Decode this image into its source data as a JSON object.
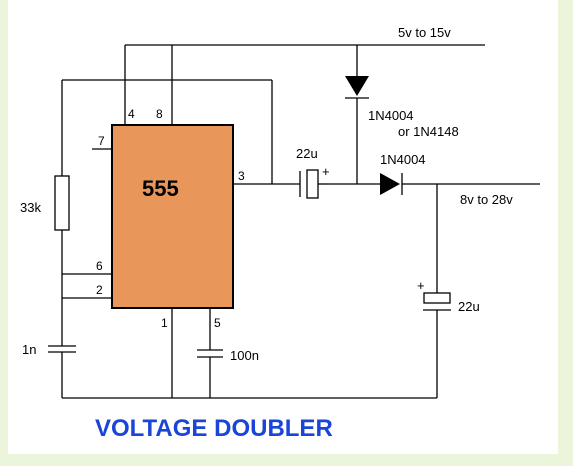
{
  "title": "VOLTAGE DOUBLER",
  "chip": {
    "label": "555",
    "pins": {
      "p1": "1",
      "p2": "2",
      "p3": "3",
      "p4": "4",
      "p5": "5",
      "p6": "6",
      "p7": "7",
      "p8": "8"
    },
    "fill": "#e8965a"
  },
  "rails": {
    "supply": "5v to 15v",
    "output": "8v to 28v"
  },
  "components": {
    "r_timing": "33k",
    "c_timing": "1n",
    "c_control": "100n",
    "c_pump": "22u",
    "c_output": "22u",
    "d_supply": "1N4004",
    "d_alt_prefix": "or 1N4148",
    "d_output": "1N4004",
    "plus_pump": "+",
    "plus_output": "+"
  },
  "colors": {
    "title": "#1a45d8",
    "border": "#ebf5dc"
  }
}
